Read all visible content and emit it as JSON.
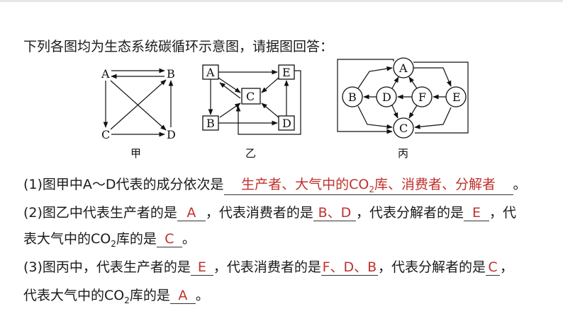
{
  "intro": "下列各图均为生态系统碳循环示意图，请据图回答：",
  "diagrams": {
    "jia": {
      "caption": "甲",
      "nodes": [
        "A",
        "B",
        "C",
        "D"
      ]
    },
    "yi": {
      "caption": "乙",
      "nodes": [
        "A",
        "E",
        "C",
        "B",
        "D"
      ]
    },
    "bing": {
      "caption": "丙",
      "nodes": [
        "A",
        "B",
        "D",
        "F",
        "E",
        "C"
      ]
    }
  },
  "q1": {
    "text": "(1)图甲中A～D代表的成分依次是",
    "answer_pre": "生产者、大气中的CO",
    "answer_sub": "2",
    "answer_post": "库、消费者、分解者",
    "end": "。"
  },
  "q2": {
    "t1": "(2)图乙中代表生产者的是",
    "a1": "A",
    "t2": "，代表消费者的是",
    "a2": "B、D",
    "t3": "，代表分解者的是",
    "a3": "E",
    "t4": "，代",
    "t5": "表大气中的CO",
    "t5_sub": "2",
    "t6": "库的是",
    "a4": "C",
    "t7": "。"
  },
  "q3": {
    "t1": "(3)图丙中，代表生产者的是",
    "a1": "E",
    "t2": "，代表消费者的是",
    "a2": "F、D、B",
    "t3": "，代表分解者的是",
    "a3": "C",
    "t4": "，",
    "t5": "代表大气中的CO",
    "t5_sub": "2",
    "t6": "库的是",
    "a4": "A",
    "t7": "。"
  },
  "colors": {
    "answer": "#c0302c",
    "text": "#1a1a1a"
  }
}
